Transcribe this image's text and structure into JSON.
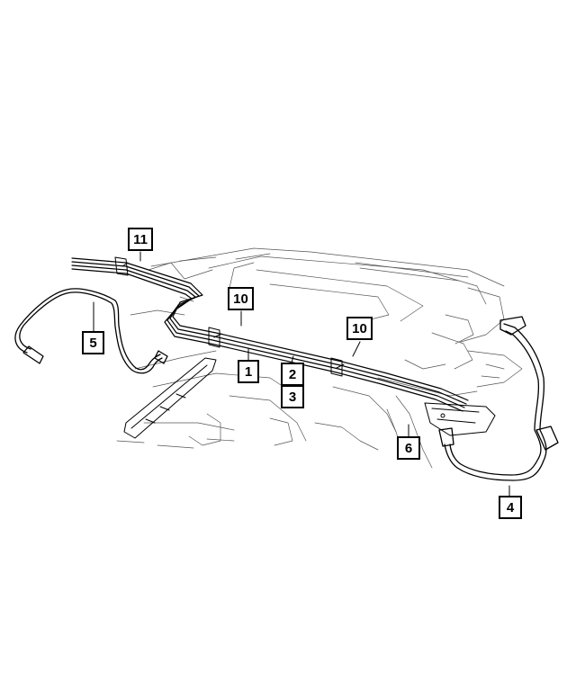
{
  "callouts": [
    {
      "id": "c11",
      "label": "11"
    },
    {
      "id": "c10a",
      "label": "10"
    },
    {
      "id": "c10b",
      "label": "10"
    },
    {
      "id": "c5",
      "label": "5"
    },
    {
      "id": "c1",
      "label": "1"
    },
    {
      "id": "c2",
      "label": "2"
    },
    {
      "id": "c3",
      "label": "3"
    },
    {
      "id": "c6",
      "label": "6"
    },
    {
      "id": "c4",
      "label": "4"
    }
  ],
  "colors": {
    "line": "#000000",
    "background": "#ffffff"
  }
}
